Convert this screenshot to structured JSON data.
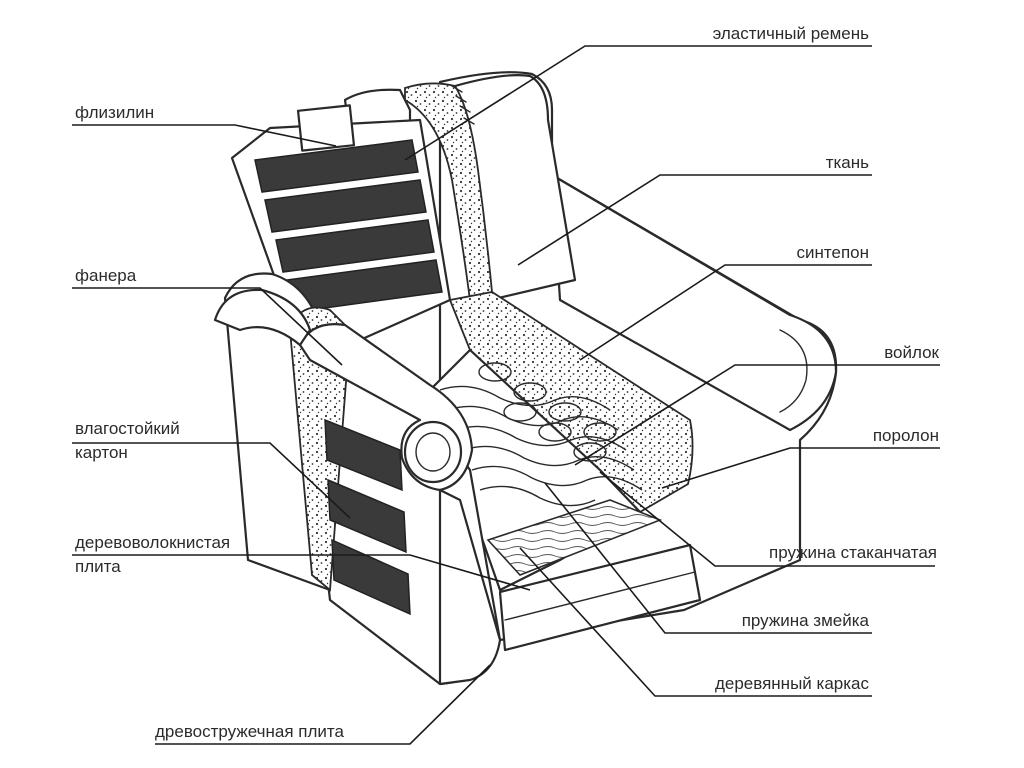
{
  "labels": {
    "elastic_belt": "эластичный ремень",
    "interlining": "флизилин",
    "fabric": "ткань",
    "sintepon": "синтепон",
    "plywood": "фанера",
    "felt": "войлок",
    "foam_rubber": "поролон",
    "cardboard_line1": "влагостойкий",
    "cardboard_line2": "картон",
    "fiberboard_line1": "деревоволокнистая",
    "fiberboard_line2": "плита",
    "pocket_spring": "пружина стаканчатая",
    "snake_spring": "пружина змейка",
    "wood_frame": "деревянный каркас",
    "particle_board": "древостружечная плита"
  },
  "colors": {
    "ink": "#2a2a2a",
    "panel_dark": "#3a3a3a",
    "text": "#2b2b2b",
    "background": "#ffffff"
  }
}
